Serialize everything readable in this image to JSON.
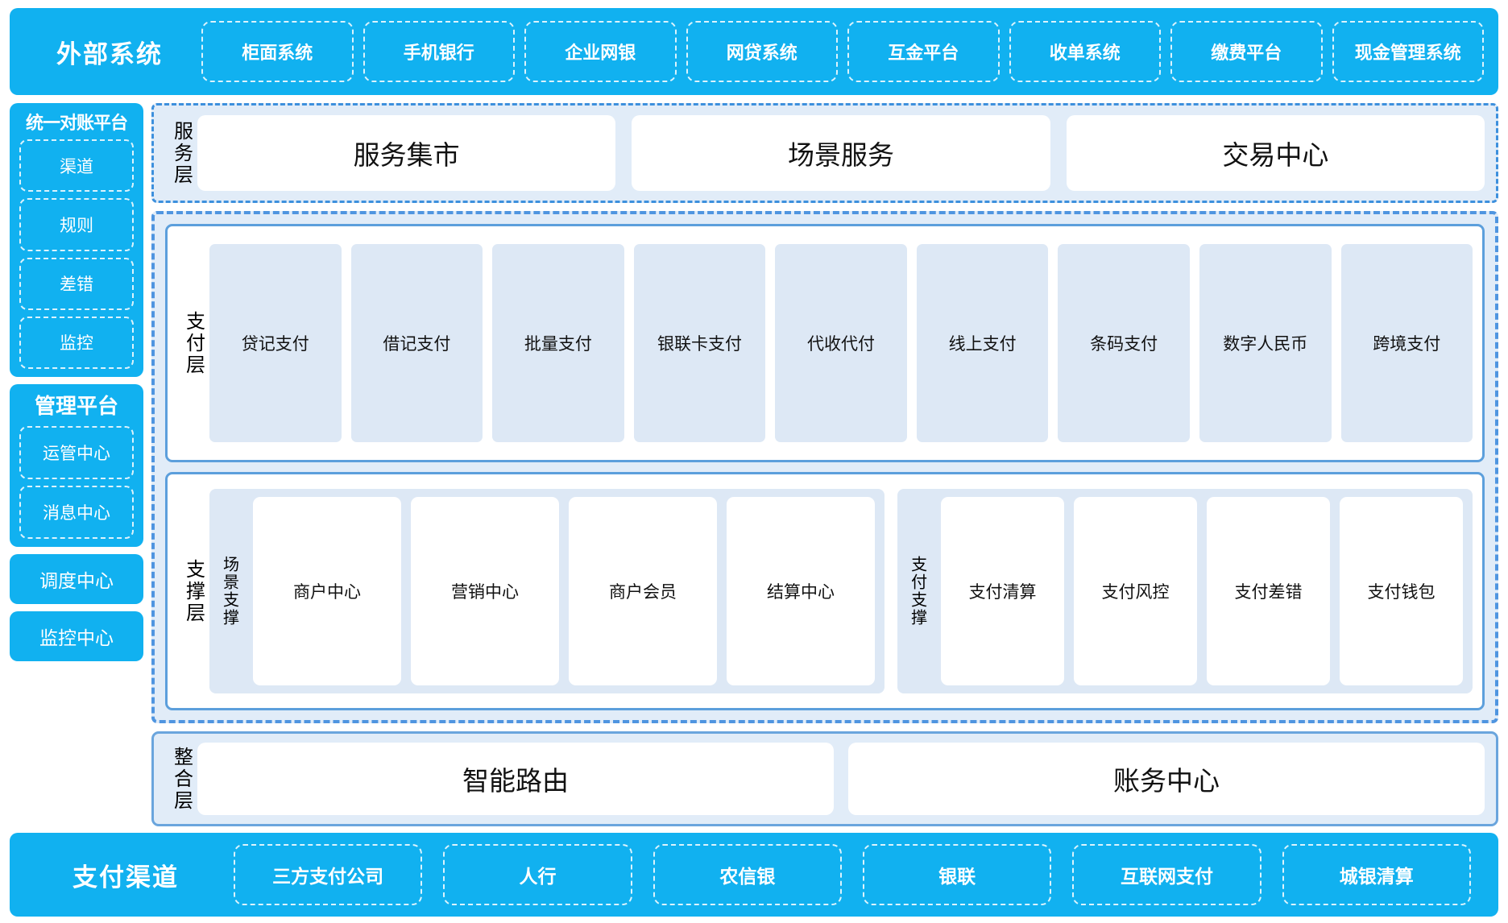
{
  "external_systems": {
    "title": "外部系统",
    "items": [
      "柜面系统",
      "手机银行",
      "企业网银",
      "网贷系统",
      "互金平台",
      "收单系统",
      "缴费平台",
      "现金管理系统"
    ]
  },
  "sidebar": {
    "reconciliation": {
      "title": "统一对账平台",
      "items": [
        "渠道",
        "规则",
        "差错",
        "监控"
      ]
    },
    "management": {
      "title": "管理平台",
      "items": [
        "运管中心",
        "消息中心"
      ]
    },
    "standalone": [
      "调度中心",
      "监控中心"
    ]
  },
  "service_layer": {
    "label": "服务层",
    "items": [
      "服务集市",
      "场景服务",
      "交易中心"
    ]
  },
  "payment_layer": {
    "label": "支付层",
    "items": [
      "贷记支付",
      "借记支付",
      "批量支付",
      "银联卡支付",
      "代收代付",
      "线上支付",
      "条码支付",
      "数字人民币",
      "跨境支付"
    ]
  },
  "support_layer": {
    "label": "支撑层",
    "scene_support": {
      "label": "场景支撑",
      "items": [
        "商户中心",
        "营销中心",
        "商户会员",
        "结算中心"
      ]
    },
    "payment_support": {
      "label": "支付支撑",
      "items": [
        "支付清算",
        "支付风控",
        "支付差错",
        "支付钱包"
      ]
    }
  },
  "integration_layer": {
    "label": "整合层",
    "items": [
      "智能路由",
      "账务中心"
    ]
  },
  "payment_channels": {
    "title": "支付渠道",
    "items": [
      "三方支付公司",
      "人行",
      "农信银",
      "银联",
      "互联网支付",
      "城银清算"
    ]
  },
  "colors": {
    "brand_blue": "#11b1f0",
    "layer_bg": "#e1ecf8",
    "tile_blue": "#dde8f5",
    "border_blue": "#4f95e0"
  }
}
